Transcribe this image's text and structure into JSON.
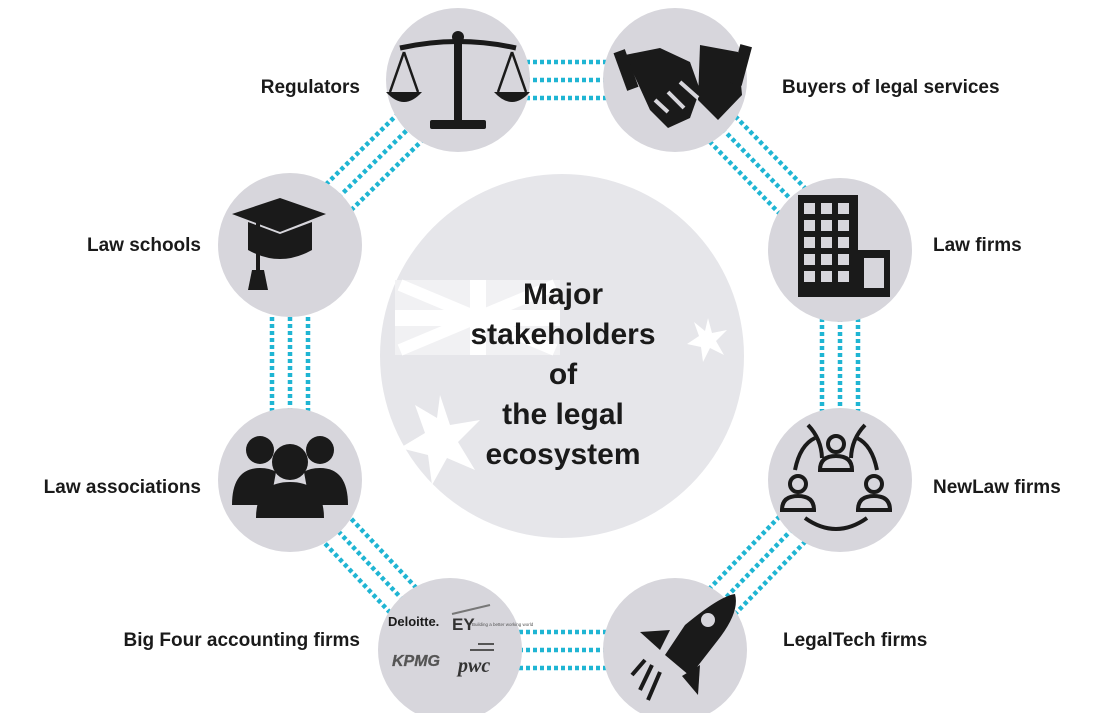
{
  "title_lines": [
    "Major",
    "stakeholders of",
    "the legal",
    "ecosystem"
  ],
  "colors": {
    "node": "#d7d6dc",
    "connector": "#1fb5d3",
    "icon": "#1a1a1a",
    "flag_disc": "#e8e8ec"
  },
  "nodes": [
    {
      "label": "Regulators",
      "icon": "scales-icon"
    },
    {
      "label": "Buyers of legal services",
      "icon": "handshake-icon"
    },
    {
      "label": "Law firms",
      "icon": "office-building-icon"
    },
    {
      "label": "NewLaw firms",
      "icon": "people-network-icon"
    },
    {
      "label": "LegalTech firms",
      "icon": "rocket-icon"
    },
    {
      "label": "Big Four accounting firms",
      "icon": "big-four-logos-icon"
    },
    {
      "label": "Law associations",
      "icon": "group-icon"
    },
    {
      "label": "Law schools",
      "icon": "graduation-cap-icon"
    }
  ],
  "logos": {
    "deloitte": "Deloitte.",
    "ey": "EY",
    "ey_tagline": "Building a better working world",
    "kpmg": "KPMG",
    "pwc": "pwc"
  }
}
